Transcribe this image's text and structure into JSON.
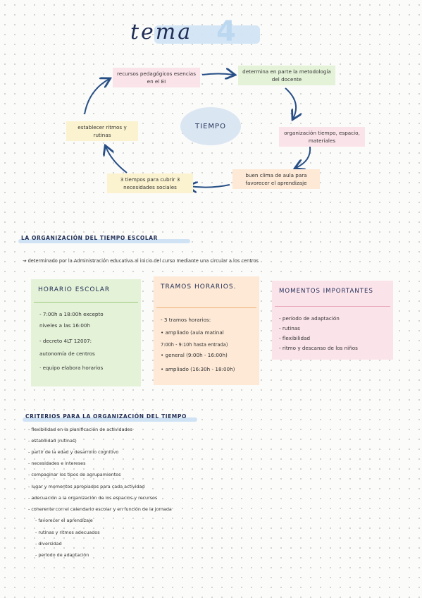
{
  "page": {
    "title_word": "tema",
    "title_number": "4"
  },
  "cycle": {
    "center": "TIEMPO",
    "nodes": [
      {
        "text": "recursos pedagógicos esencias en el EI",
        "color": "pink"
      },
      {
        "text": "determina en parte la metodología del docente",
        "color": "green"
      },
      {
        "text": "organización tiempo, espacio, materiales",
        "color": "pink"
      },
      {
        "text": "buen clima de aula para favorecer el aprendizaje",
        "color": "orange"
      },
      {
        "text": "3 tiempos para cubrir 3 necesidades sociales",
        "color": "yellow"
      },
      {
        "text": "establecer ritmos y rutinas",
        "color": "yellow"
      }
    ]
  },
  "organizacion": {
    "title": "LA ORGANIZACIÓN DEL TIEMPO ESCOLAR",
    "intro": "→ determinado por la Administración educativa al inicio del curso mediante una circular a los centros"
  },
  "boxes": {
    "horario": {
      "title": "HORARIO ESCOLAR",
      "lines": [
        "- 7:00h a 18:00h excepto",
        "   niveles a las 16:00h",
        "- decreto 4LT 12007:",
        "   autonomía de centros",
        "   · equipo elabora horarios"
      ]
    },
    "tramos": {
      "title": "TRAMOS HORARIOS.",
      "lines": [
        "- 3 tramos horarios:",
        "• ampliado (aula matinal",
        "   7:00h - 9:10h hasta entrada)",
        "• general (9:00h - 16:00h)",
        "• ampliado (16:30h - 18:00h)"
      ]
    },
    "momentos": {
      "title": "MOMENTOS IMPORTANTES",
      "lines": [
        "- período de adaptación",
        "- rutinas",
        "- flexibilidad",
        "- ritmo y descanso de los niños"
      ]
    }
  },
  "criterios": {
    "title": "CRITERIOS PARA LA ORGANIZACIÓN DEL TIEMPO",
    "items": [
      "- flexibilidad en la planificación de actividades",
      "- estabilidad (rutinas)",
      "- partir de la edad y desarrollo cognitivo",
      "- necesidades e intereses",
      "- compaginar los tipos de agrupamientos",
      "- lugar y momentos apropiados para cada actividad",
      "- adecuación a la organización de los espacios y recursos",
      "- coherente con el calendario escolar y en función de la jornada",
      "- favorecer el aprendizaje",
      "- rutinas y ritmos adecuados",
      "- diversidad",
      "- período de adaptación"
    ]
  },
  "colors": {
    "ink": "#1f2d55",
    "arrow": "#274f86",
    "pink": "#fbe3ea",
    "green": "#e4f2d8",
    "yellow": "#fbf3cf",
    "orange": "#fde9d6",
    "blue_highlight": "#cfe3f5"
  }
}
